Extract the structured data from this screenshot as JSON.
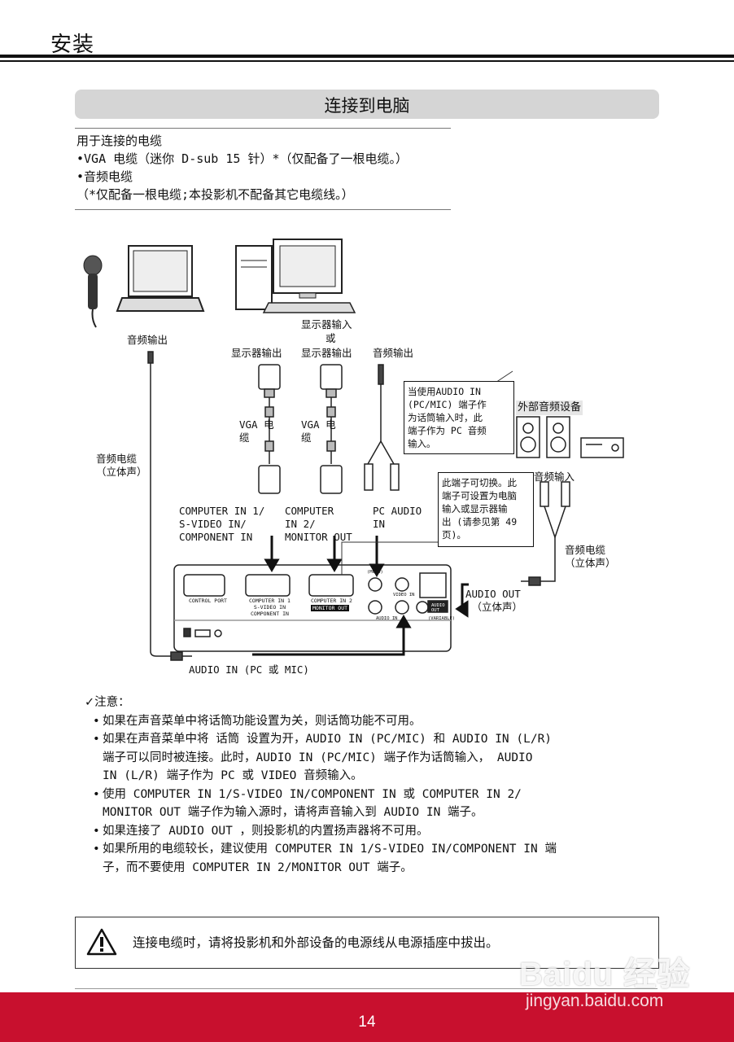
{
  "header": {
    "title": "安装"
  },
  "section": {
    "title": "连接到电脑"
  },
  "cables": {
    "heading": "用于连接的电缆",
    "items": [
      "•VGA 电缆（迷你 D-sub 15 针）*（仅配备了一根电缆。）",
      "•音频电缆",
      "（*仅配备一根电缆;本投影机不配备其它电缆线。）"
    ]
  },
  "diagram": {
    "audio_out_left": "音频输出",
    "monitor_in_or_out_1": "显示器输入",
    "monitor_in_or_out_2": "或",
    "monitor_out_a": "显示器输出",
    "monitor_out_b": "显示器输出",
    "audio_out_mid": "音频输出",
    "vga_cable_a": "VGA 电\n缆",
    "vga_cable_b": "VGA 电\n缆",
    "audio_cable_stereo": "音频电缆\n（立体声）",
    "mic_note": "当使用AUDIO IN\n(PC/MIC) 端子作\n为话筒输入时，此\n端子作为 PC 音频\n输入。",
    "external_audio": "外部音频设备",
    "switch_note": "此端子可切换。此\n端子可设置为电脑\n输入或显示器输\n出 (请参见第 49\n页)。",
    "audio_in_label": "音频输入",
    "audio_cable_stereo_right": "音频电缆\n（立体声）",
    "port_computer_in_1": "COMPUTER IN 1/\nS-VIDEO IN/\nCOMPONENT IN",
    "port_computer_in_2": "COMPUTER\nIN 2/\nMONITOR OUT",
    "port_pc_audio": "PC AUDIO\nIN",
    "audio_out_stereo": "AUDIO OUT\n （立体声）",
    "audio_in_pc_mic": "AUDIO IN (PC 或 MIC)",
    "panel_control_port": "CONTROL PORT",
    "panel_computer_in_1": "COMPUTER IN 1\nS-VIDEO IN\nCOMPONENT IN",
    "panel_computer_in_2": "COMPUTER IN 2",
    "panel_monitor_out": "MONITOR OUT",
    "panel_video_in": "VIDEO IN",
    "panel_audio_in": "AUDIO IN",
    "panel_audio_out": "AUDIO\nOUT",
    "panel_variable": "(VARIABLE)",
    "panel_mic": "(MONO)"
  },
  "notes": {
    "heading": "✓注意：",
    "items": [
      "如果在声音菜单中将话筒功能设置为关，则话筒功能不可用。",
      "如果在声音菜单中将 话筒 设置为开，AUDIO IN (PC/MIC) 和 AUDIO IN (L/R)\n端子可以同时被连接。此时，AUDIO IN (PC/MIC) 端子作为话筒输入， AUDIO\nIN (L/R) 端子作为 PC 或 VIDEO 音频输入。",
      "使用 COMPUTER IN 1/S-VIDEO IN/COMPONENT IN 或 COMPUTER IN 2/\nMONITOR OUT 端子作为输入源时，请将声音输入到 AUDIO IN 端子。",
      "如果连接了 AUDIO OUT ，则投影机的内置扬声器将不可用。",
      "如果所用的电缆较长，建议使用 COMPUTER IN 1/S-VIDEO IN/COMPONENT IN 端\n子，而不要使用 COMPUTER IN 2/MONITOR OUT 端子。"
    ]
  },
  "warning": {
    "text": "连接电缆时，请将投影机和外部设备的电源线从电源插座中拔出。",
    "icon": "warning-triangle-icon"
  },
  "footer": {
    "page_number": "14",
    "color": "#c8102e"
  },
  "watermark": {
    "logo": "Baidu 经验",
    "url": "jingyan.baidu.com"
  }
}
